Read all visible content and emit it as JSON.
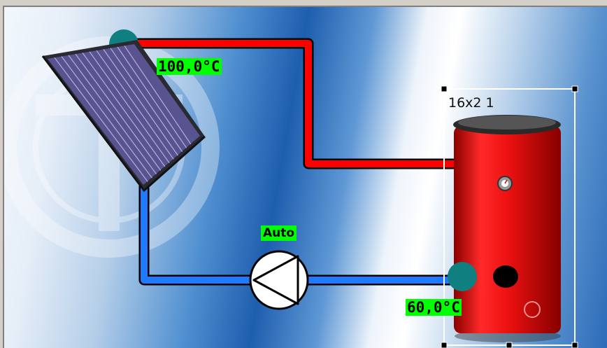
{
  "diagram": {
    "collector_temperature": "100,0°C",
    "tank_temperature": "60,0°C",
    "pump_mode": "Auto",
    "tank_label": "16x2 1"
  },
  "colors": {
    "hot_pipe": "#ff0000",
    "cold_pipe": "#1f7aff",
    "value_highlight": "#00ff00",
    "sensor": "#0f7f7f",
    "tank_body": "#e81010"
  },
  "icons": {
    "solar_collector": "solar-panel-icon",
    "pump": "pump-icon",
    "tank": "storage-tank-icon",
    "sensor": "temperature-sensor-icon"
  }
}
